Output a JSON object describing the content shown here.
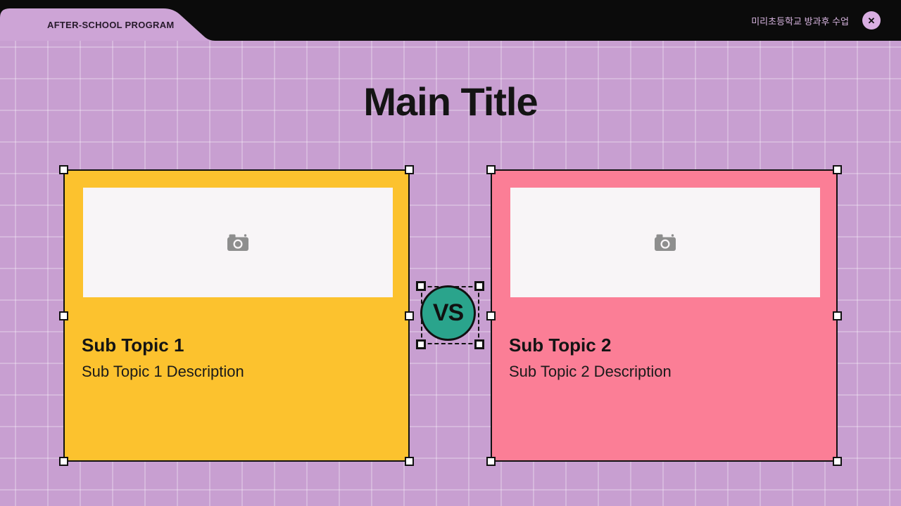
{
  "header": {
    "tab_label": "AFTER-SCHOOL PROGRAM",
    "document_title": "미리초등학교 방과후 수업",
    "close_icon": "✕"
  },
  "canvas": {
    "main_title": "Main Title",
    "vs_badge": "VS",
    "cards": [
      {
        "title": "Sub Topic 1",
        "description": "Sub Topic 1 Description"
      },
      {
        "title": "Sub Topic 2",
        "description": "Sub Topic 2 Description"
      }
    ]
  },
  "colors": {
    "header_bg": "#0b0b0b",
    "canvas_bg": "#c89fd1",
    "tab_bg": "#cda4d6",
    "accent_lavender": "#d9aee2",
    "card1_bg": "#fcc22e",
    "card2_bg": "#fb7e96",
    "vs_bg": "#2aa48c",
    "placeholder_bg": "#f8f5f7",
    "camera_gray": "#8e8e8e"
  }
}
